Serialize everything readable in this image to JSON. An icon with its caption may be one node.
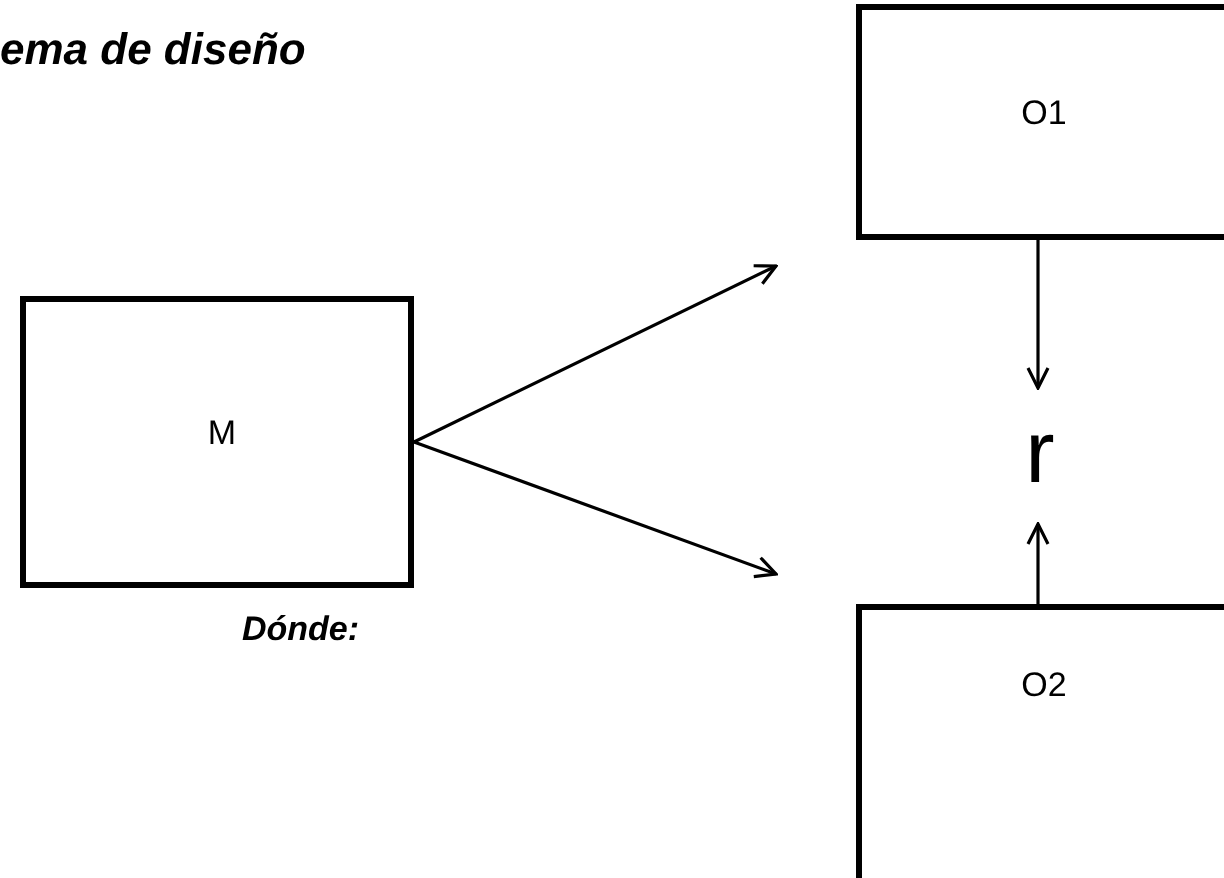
{
  "diagram": {
    "title": "ema de diseño",
    "nodes": [
      {
        "text": [
          "M"
        ]
      },
      {
        "text": [
          "O1"
        ]
      },
      {
        "text": [
          "r"
        ]
      },
      {
        "text": [
          "O2"
        ]
      }
    ],
    "edges": [
      {
        "from": 0,
        "to": 1,
        "arrow": "to"
      },
      {
        "from": 0,
        "to": 3,
        "arrow": "to"
      },
      {
        "from": 1,
        "to": 2,
        "arrow": "to"
      },
      {
        "from": 3,
        "to": 2,
        "arrow": "to"
      }
    ],
    "labels": [
      "Dónde:"
    ]
  }
}
